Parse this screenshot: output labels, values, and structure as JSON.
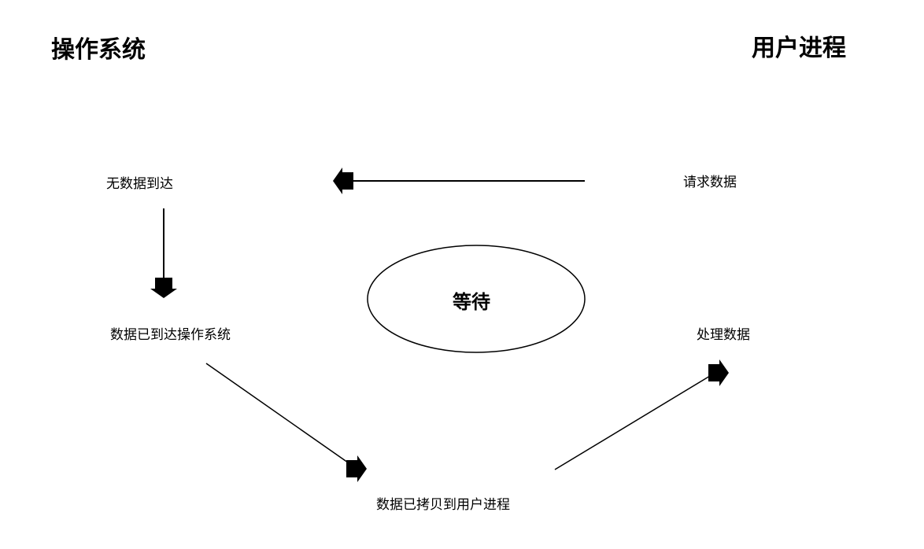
{
  "headers": {
    "left": "操作系统",
    "right": "用户进程"
  },
  "nodes": {
    "no_data": "无数据到达",
    "request": "请求数据",
    "arrived": "数据已到达操作系统",
    "process": "处理数据",
    "copied": "数据已拷贝到用户进程",
    "wait": "等待"
  },
  "colors": {
    "stroke": "#000000",
    "background": "#ffffff"
  }
}
